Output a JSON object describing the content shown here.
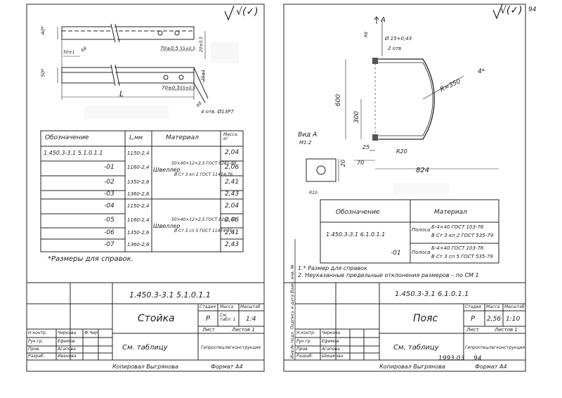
{
  "left": {
    "roughness": "√(✓)",
    "drawing": {
      "dim_40": "40*",
      "dim_50": "50*",
      "dim_50_1": "50±1",
      "dim_r_left": "R8",
      "dim_70_top": "70±0,5",
      "dim_55_top": "55±0,5",
      "dim_20_top": "20±0,5",
      "dim_25": "25±1",
      "dim_70_bot": "70±0,5",
      "dim_55_bot": "55±0,5",
      "dim_r_bot": "R8",
      "dim_hole": "4 отв. Ø13Р7",
      "dim_L": "L"
    },
    "table": {
      "headers": [
        "Обозначение",
        "L,мм",
        "Материал",
        "Масса, кг"
      ],
      "rows": [
        {
          "code": "1.450.3-3.1   5.1.0.1.1",
          "L": "1150-2,4",
          "mass": "2,04"
        },
        {
          "code": "-01",
          "L": "1160-2,4",
          "mass": "2,06"
        },
        {
          "code": "-02",
          "L": "1350-2,6",
          "mass": "2,41"
        },
        {
          "code": "-03",
          "L": "1360-2,6",
          "mass": "2,43"
        },
        {
          "code": "-04",
          "L": "1150-2,4",
          "mass": "2,04"
        },
        {
          "code": "-05",
          "L": "1160-2,4",
          "mass": "2,06"
        },
        {
          "code": "-06",
          "L": "1350-2,6",
          "mass": "2,41"
        },
        {
          "code": "-07",
          "L": "1360-2,6",
          "mass": "2,43"
        }
      ],
      "material_1_label": "Швеллер",
      "material_1_a": "50×40×12×2,5 ГОСТ 8281-80",
      "material_1_b": "В Ст 3 кп 2 ГОСТ 11474-76",
      "material_2_label": "Швеллер",
      "material_2_a": "50×40×12×2,5 ГОСТ 8281-80",
      "material_2_b": "В Ст 3 сп 5 ГОСТ 11474-76"
    },
    "note": "*Размеры для справок.",
    "title_block": {
      "doc_number": "1.450.3-3.1   5.1.0.1.1",
      "name": "Стойка",
      "h_stage": "Стадия",
      "h_mass": "Масса",
      "h_scale": "Масштаб",
      "stage": "Р",
      "mass": "См. табл. 1",
      "scale": "1:4",
      "sheet": "Лист",
      "sheets": "Листов 1",
      "see": "См. таблицу",
      "org": "Гипроспецлегконструкция",
      "roles": [
        "Н.контр.",
        "Рук.гр.",
        "Пров.",
        "Разраб."
      ],
      "names": [
        "Чиркова",
        "Ефимов",
        "Агапова",
        "Иванова"
      ],
      "dates": [
        "Ф.Чир",
        "",
        "",
        ""
      ]
    },
    "copy_by": "Копировал Выгрянова",
    "format": "Формат А4"
  },
  "right": {
    "roughness": "√(✓)",
    "page_no": "94",
    "view_mark": "A",
    "drawing": {
      "dim_r8": "R8",
      "dim_hole": "Ø 15+0,43",
      "dim_2otv": "2 отв",
      "dim_600": "600",
      "dim_300": "300",
      "dim_r350": "R=350",
      "dim_4": "4*",
      "dim_25": "25",
      "dim_r20": "R20",
      "dim_70": "70",
      "dim_824": "824",
      "view_a": "Вид А",
      "view_scale": "М1:2",
      "dim_20": "20",
      "dim_r10": "R10"
    },
    "table": {
      "headers": [
        "Обозначение",
        "Материал"
      ],
      "rows": [
        {
          "code": "1.450.3-3.1   6.1.0.1.1",
          "label": "Полоса",
          "a": "Б-4×40 ГОСТ 103-76",
          "b": "В Ст 3 кп 2 ГОСТ 535-79"
        },
        {
          "code": "-01",
          "label": "Полоса",
          "a": "Б-4×40 ГОСТ 103-76",
          "b": "В Ст 3 сп 5 ГОСТ 535-79"
        }
      ]
    },
    "notes": [
      "1.* Размер для справок",
      "2. Неуказанные предельные отклонения размеров – по СМ 1"
    ],
    "side_stamp": "Инв.№ подл.   Подпись и дата   Взам. инв. №",
    "title_block": {
      "doc_number": "1.450.3-3.1   6.1.0.1.1",
      "name": "Пояс",
      "h_stage": "Стадия",
      "h_mass": "Масса",
      "h_scale": "Масштаб",
      "stage": "Р",
      "mass": "2,56",
      "scale": "1:10",
      "sheet": "Лист",
      "sheets": "Листов 1",
      "see": "См. таблицу",
      "org": "Гипроспецлегконструкция",
      "roles": [
        "Н.контр.",
        "Рук.гр.",
        "Пров.",
        "Разраб."
      ],
      "names": [
        "Чиркова",
        "Ефимов",
        "Агапова",
        "Шишкова"
      ],
      "dates": [
        "",
        "",
        "",
        ""
      ]
    },
    "date_stamp": "1993.03",
    "date_stamp2": "94",
    "copy_by": "Копировал Выгрянова",
    "format": "Формат А4"
  }
}
